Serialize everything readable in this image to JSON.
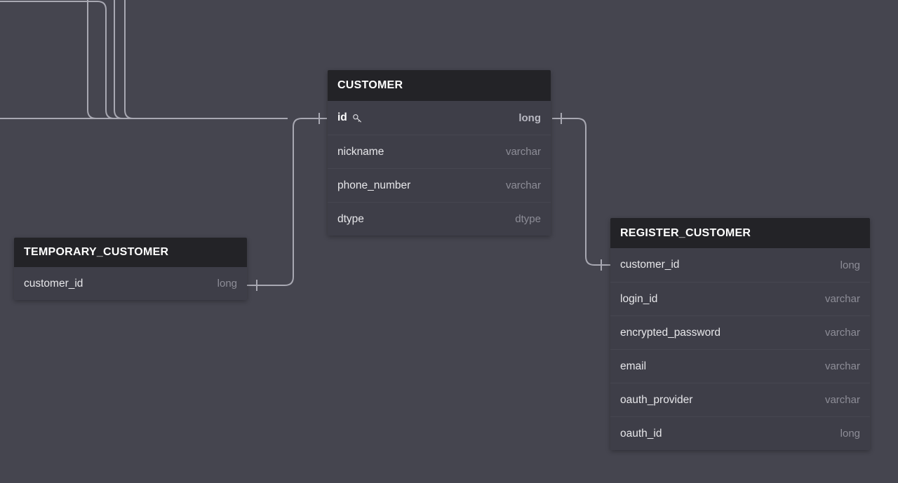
{
  "theme": {
    "canvas_background": "#45454f",
    "header_background": "#232327",
    "row_background": "#3e3e48",
    "row_divider": "#474751",
    "attribute_name_color": "#e7e7ea",
    "attribute_type_color": "#8d8d97",
    "edge_color": "#a8a8b2"
  },
  "diagram": {
    "type": "entity-relationship-diagram",
    "entities": [
      {
        "id": "customer",
        "name": "CUSTOMER",
        "attributes": [
          {
            "name": "id",
            "type": "long",
            "key": true,
            "key_icon": "key-icon"
          },
          {
            "name": "nickname",
            "type": "varchar",
            "key": false
          },
          {
            "name": "phone_number",
            "type": "varchar",
            "key": false
          },
          {
            "name": "dtype",
            "type": "dtype",
            "key": false
          }
        ]
      },
      {
        "id": "temporary_customer",
        "name": "TEMPORARY_CUSTOMER",
        "attributes": [
          {
            "name": "customer_id",
            "type": "long",
            "key": false
          }
        ]
      },
      {
        "id": "register_customer",
        "name": "REGISTER_CUSTOMER",
        "attributes": [
          {
            "name": "customer_id",
            "type": "long",
            "key": false
          },
          {
            "name": "login_id",
            "type": "varchar",
            "key": false
          },
          {
            "name": "encrypted_password",
            "type": "varchar",
            "key": false
          },
          {
            "name": "email",
            "type": "varchar",
            "key": false
          },
          {
            "name": "oauth_provider",
            "type": "varchar",
            "key": false
          },
          {
            "name": "oauth_id",
            "type": "long",
            "key": false
          }
        ]
      }
    ],
    "relationships": [
      {
        "id": "rel-customer-temporary",
        "from": "temporary_customer.customer_id",
        "to": "customer.id",
        "from_cardinality": "one",
        "to_cardinality": "one"
      },
      {
        "id": "rel-customer-register",
        "from": "customer.id",
        "to": "register_customer.customer_id",
        "from_cardinality": "one",
        "to_cardinality": "one"
      },
      {
        "id": "rel-offscreen-a",
        "from": "offscreen-top",
        "to": "customer.id",
        "from_cardinality": "one",
        "to_cardinality": "one"
      },
      {
        "id": "rel-offscreen-b",
        "from": "offscreen-top",
        "to": "customer.id",
        "from_cardinality": "one",
        "to_cardinality": "one"
      },
      {
        "id": "rel-offscreen-c",
        "from": "offscreen-top",
        "to": "customer.id",
        "from_cardinality": "one",
        "to_cardinality": "one"
      },
      {
        "id": "rel-offscreen-d",
        "from": "offscreen-left",
        "to": "customer.id",
        "from_cardinality": "one",
        "to_cardinality": "one"
      }
    ]
  }
}
